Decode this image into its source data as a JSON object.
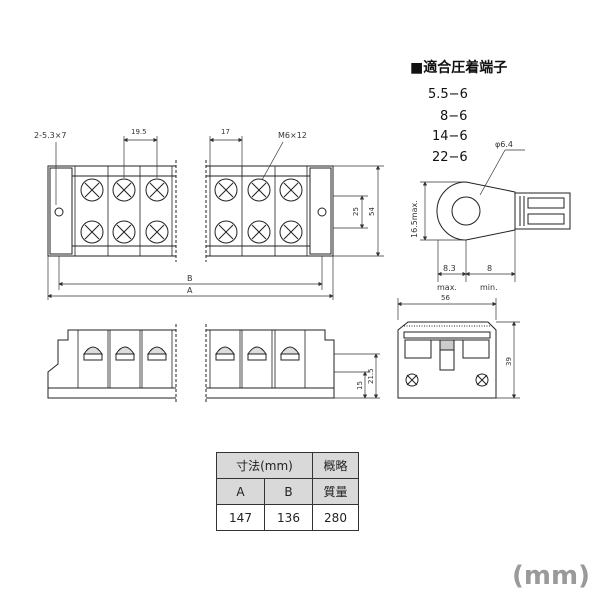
{
  "legend": {
    "title": "■適合圧着端子",
    "items": [
      "5.5−6",
      "8−6",
      "14−6",
      "22−6"
    ]
  },
  "top_view": {
    "hole_label": "2-5.3×7",
    "pitch_label": "19.5",
    "pitch2_label": "17",
    "screw_label": "M6×12",
    "height_inner": "25",
    "height_outer": "54",
    "len_b": "B",
    "len_a": "A"
  },
  "terminal": {
    "diameter": "φ6.4",
    "height": "16.5max.",
    "w1": "8.3",
    "w1_note": "max.",
    "w2": "8",
    "w2_note": "min."
  },
  "side_view": {
    "h1": "15",
    "h2": "21.5"
  },
  "end_view": {
    "width": "56",
    "height": "39"
  },
  "spec_table": {
    "h_dims": "寸法(mm)",
    "h_mass": "概略",
    "col_a": "A",
    "col_b": "B",
    "col_mass": "質量",
    "val_a": "147",
    "val_b": "136",
    "val_mass": "280"
  },
  "unit_label": "(mm)"
}
